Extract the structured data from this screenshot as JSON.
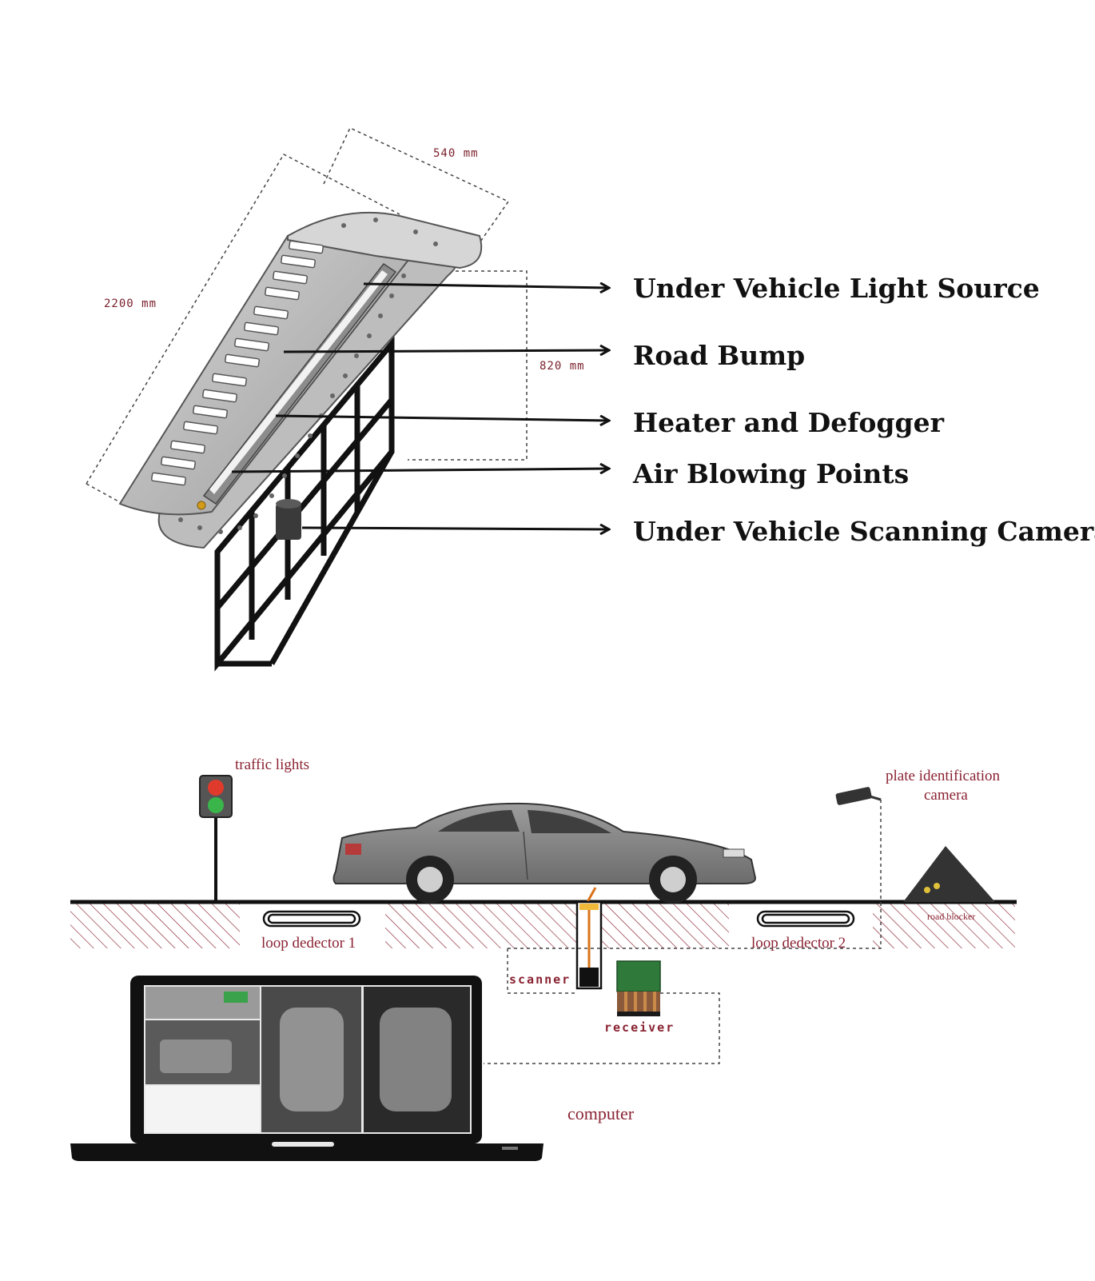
{
  "scanner_unit": {
    "dimensions": {
      "width": "540 mm",
      "length": "2200 mm",
      "height": "820 mm"
    },
    "callouts": [
      "Under Vehicle Light Source",
      "Road Bump",
      "Heater and Defogger",
      "Air Blowing Points",
      "Under Vehicle Scanning Camera"
    ]
  },
  "system_layout": {
    "traffic_lights": "traffic lights",
    "plate_camera_line1": "plate identification",
    "plate_camera_line2": "camera",
    "loop_detector_1": "loop dedector 1",
    "loop_detector_2": "loop dedector 2",
    "road_blocker": "road blocker",
    "scanner": "scanner",
    "receiver": "receiver",
    "computer": "computer"
  },
  "colors": {
    "label_red": "#8a2332",
    "traffic_red": "#e03a2c",
    "traffic_green": "#3ab54a"
  }
}
